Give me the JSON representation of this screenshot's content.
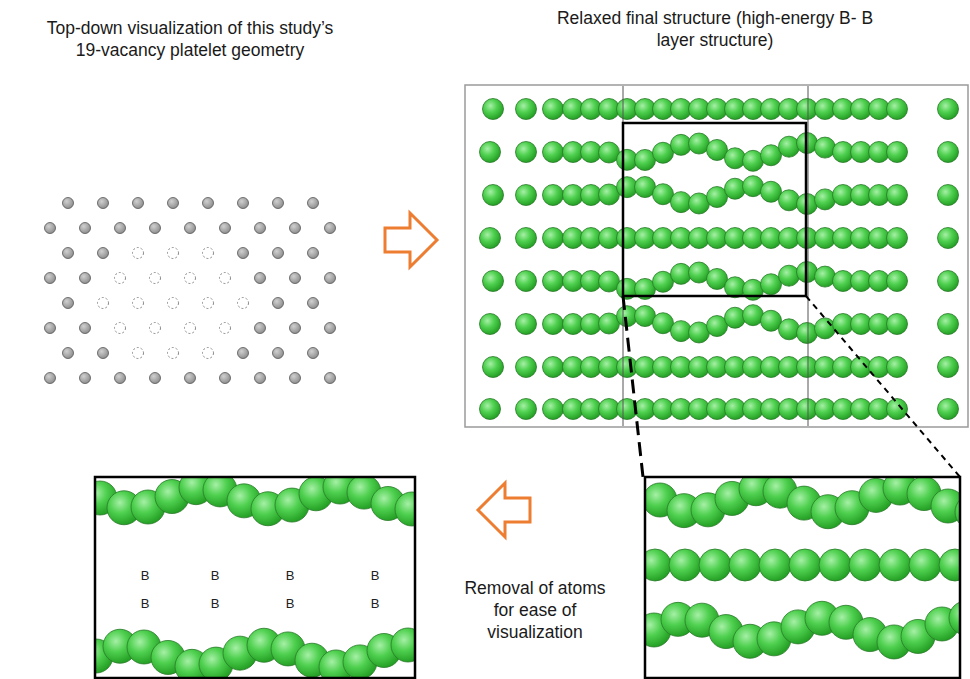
{
  "diagram": {
    "labels": [
      "Top-down visualization of this study’s 19-vacancy platelet geometry",
      "Relaxed final structure (high-energy B- B layer structure)",
      "Removal of atoms for ease of visualization",
      "B",
      "B",
      "B",
      "B",
      "B",
      "B",
      "B",
      "B"
    ]
  }
}
